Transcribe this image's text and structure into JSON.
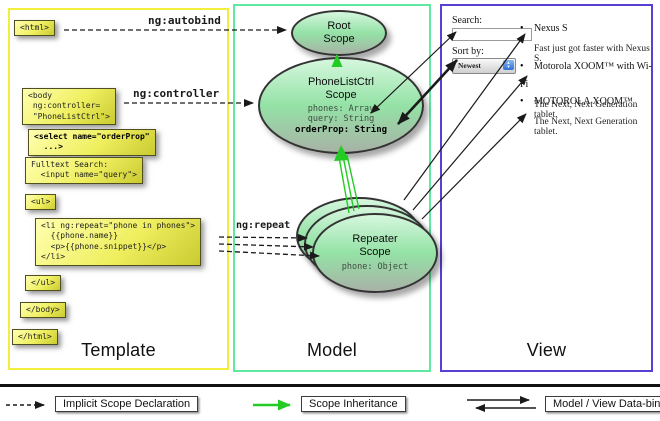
{
  "sections": {
    "template": {
      "label": "Template"
    },
    "model": {
      "label": "Model"
    },
    "view": {
      "label": "View"
    }
  },
  "template_code": {
    "html_open": "<html>",
    "body_open": "<body\n ng:controller=\n \"PhoneListCtrl\">",
    "select_tag": "<select name=\"orderProp\"\n  ...>",
    "fulltext": "Fulltext Search:\n  <input name=\"query\">",
    "ul_open": "<ul>",
    "li_repeat": "<li ng:repeat=\"phone in phones\">\n  {{phone.name}}\n  <p>{{phone.snippet}}</p>\n</li>",
    "ul_close": "</ul>",
    "body_close": "</body>",
    "html_close": "</html>"
  },
  "connector_labels": {
    "autobind": "ng:autobind",
    "controller": "ng:controller",
    "repeat": "ng:repeat"
  },
  "model": {
    "root_scope": {
      "title": "Root\nScope"
    },
    "phonelist_scope": {
      "title": "PhoneListCtrl\nScope",
      "props": "phones: Array\nquery: String",
      "bold_prop": "orderProp: String"
    },
    "repeater_scope": {
      "title": "Repeater\nScope",
      "prop": "phone: Object"
    }
  },
  "view": {
    "search_label": "Search:",
    "sort_label": "Sort by:",
    "sort_value": "Newest",
    "bullet": "•",
    "items": [
      {
        "title": "Nexus S",
        "snippet": "Fast just got faster with Nexus S."
      },
      {
        "title": "Motorola XOOM™  with Wi-Fi",
        "snippet": "The Next, Next Generation tablet."
      },
      {
        "title": "MOTOROLA XOOM™",
        "snippet": "The Next, Next Generation tablet."
      }
    ]
  },
  "legend": {
    "items": [
      {
        "label": "Implicit Scope Declaration"
      },
      {
        "label": "Scope Inheritance"
      },
      {
        "label": "Model / View Data-binding"
      }
    ]
  },
  "colors": {
    "template_border": "#f2ee3e",
    "model_border": "#5fe8a0",
    "view_border": "#5a3fd6",
    "code_box_yellow": "#efef60",
    "scope_green": "#94e2a6",
    "inheritance_green": "#22cc22",
    "arrow_black": "#1a1a1a",
    "stepper_blue": "#2f6fd8"
  }
}
